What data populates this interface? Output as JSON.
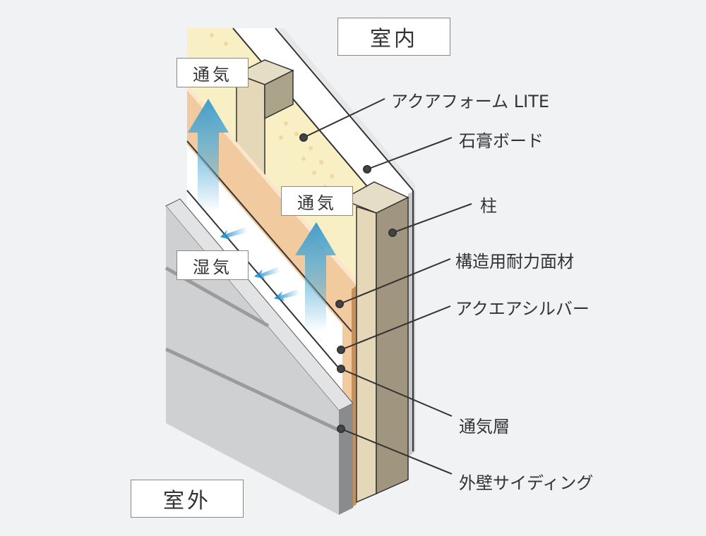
{
  "zones": {
    "indoor": "室内",
    "outdoor": "室外"
  },
  "flow_labels": {
    "ventilation_top": "通気",
    "ventilation_mid": "通気",
    "moisture": "湿気"
  },
  "layers": [
    {
      "name": "アクアフォーム LITE"
    },
    {
      "name": "石膏ボード"
    },
    {
      "name": "柱"
    },
    {
      "name": "構造用耐力面材"
    },
    {
      "name": "アクエアシルバー"
    },
    {
      "name": "通気層"
    },
    {
      "name": "外壁サイディング"
    }
  ],
  "colors": {
    "background": "#f1f2f4",
    "insulation": "#f8f0c4",
    "panel": "#f2caa0",
    "column": "#e4d8b8",
    "column_dark": "#a09680",
    "siding": "#cfd0d2",
    "arrow": "#3aa0d8"
  }
}
